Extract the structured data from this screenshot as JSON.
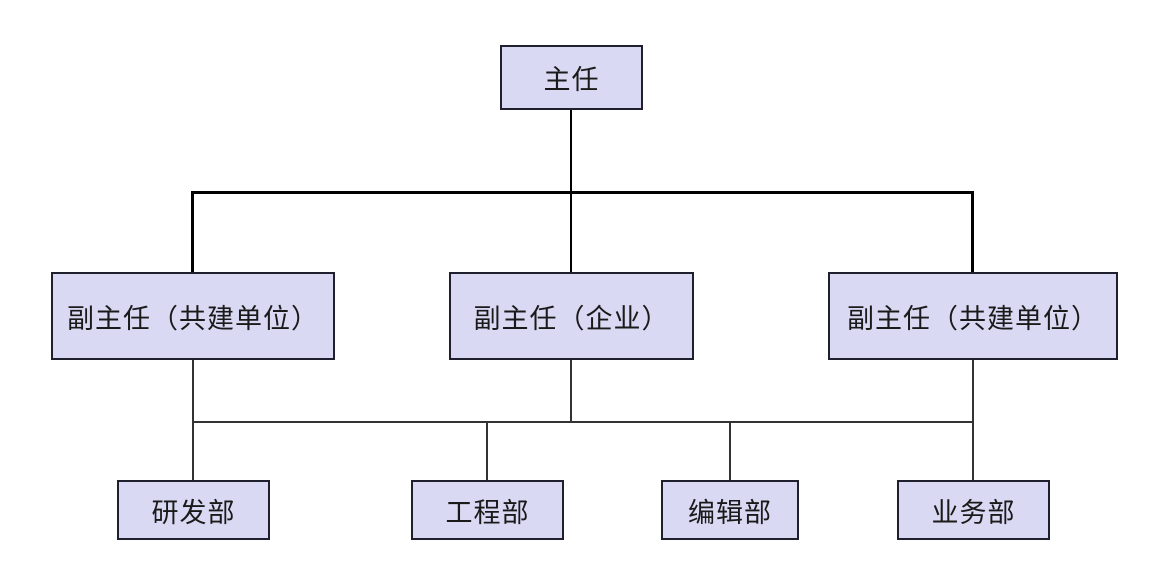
{
  "chart_data": {
    "type": "org-chart",
    "title": "",
    "root": {
      "label": "主任"
    },
    "deputies": [
      {
        "label": "副主任（共建单位）"
      },
      {
        "label": "副主任（企业）"
      },
      {
        "label": "副主任（共建单位）"
      }
    ],
    "departments": [
      {
        "label": "研发部"
      },
      {
        "label": "工程部"
      },
      {
        "label": "编辑部"
      },
      {
        "label": "业务部"
      }
    ],
    "hierarchy": {
      "root_children": [
        "副主任（共建单位）",
        "副主任（企业）",
        "副主任（共建单位）"
      ],
      "deputy_children": [
        "研发部",
        "工程部",
        "编辑部",
        "业务部"
      ]
    }
  },
  "colors": {
    "box_fill": "#d9d9f3",
    "box_border": "#1f1f2e",
    "line_primary": "#000000",
    "line_secondary": "#333333",
    "bg": "#ffffff"
  }
}
